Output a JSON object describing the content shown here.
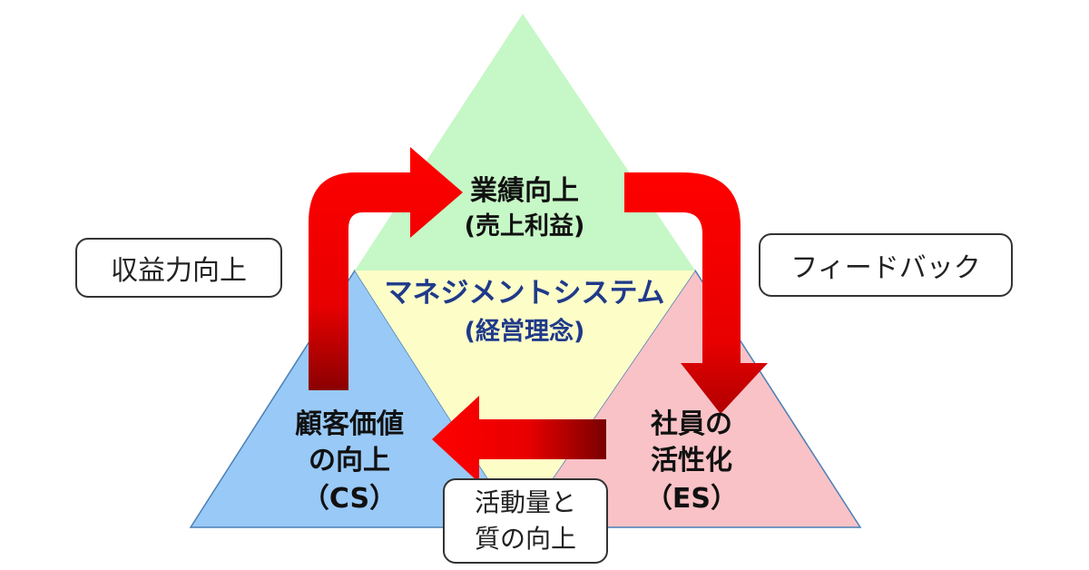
{
  "colors": {
    "top_triangle": "#c6f7c6",
    "left_triangle": "#99c9f7",
    "right_triangle": "#f9c2c6",
    "center_triangle": "#fdfdc8",
    "arrow": "#e80000",
    "arrow_dark": "#8a0000",
    "center_text": "#1f3a8a"
  },
  "top": {
    "line1": "業績向上",
    "line2": "(売上利益)"
  },
  "center": {
    "line1": "マネジメントシステム",
    "line2": "(経営理念)"
  },
  "left": {
    "line1": "顧客価値",
    "line2": "の向上",
    "line3": "（CS）"
  },
  "right": {
    "line1": "社員の",
    "line2": "活性化",
    "line3": "（ES）"
  },
  "boxes": {
    "left": "収益力向上",
    "right": "フィードバック",
    "bottom_line1": "活動量と",
    "bottom_line2": "質の向上"
  }
}
